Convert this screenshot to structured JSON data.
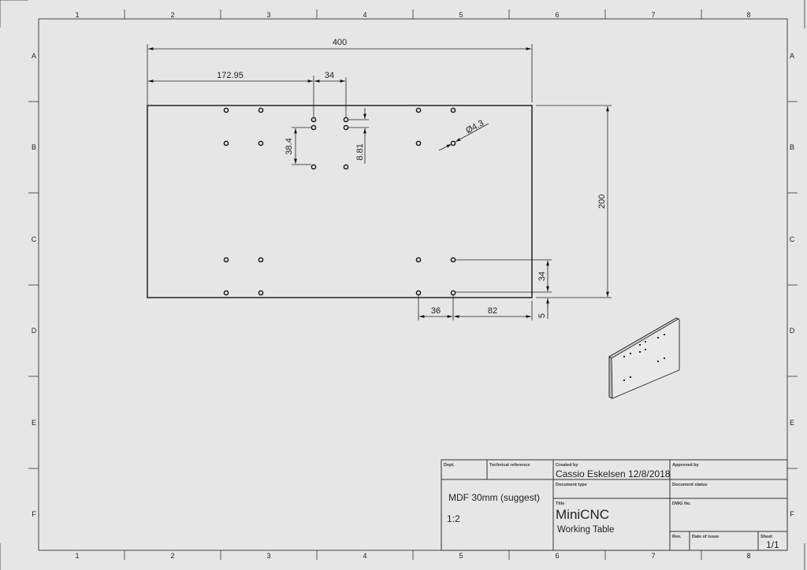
{
  "sheet": {
    "columns": [
      "1",
      "2",
      "3",
      "4",
      "5",
      "6",
      "7",
      "8"
    ],
    "rows": [
      "A",
      "B",
      "C",
      "D",
      "E",
      "F"
    ],
    "background": "#e6e6e6",
    "line_color": "#333333"
  },
  "drawing": {
    "dims": {
      "overall_width": "400",
      "offset_left": "172.95",
      "hole_spacing_x": "34",
      "hole_spacing_y": "38.4",
      "small_offset": "8.81",
      "hole_diameter": "Ø4.3",
      "overall_height": "200",
      "edge_spacing_y": "34",
      "edge_offset": "5",
      "hole_pair_x": "36",
      "edge_distance_x": "82"
    }
  },
  "title_block": {
    "dept_label": "Dept.",
    "tech_ref_label": "Technical reference",
    "created_by_label": "Created by",
    "created_by_value": "Cassio Eskelsen 12/8/2018",
    "approved_by_label": "Approved by",
    "doc_type_label": "Document type",
    "doc_status_label": "Document status",
    "title_label": "Title",
    "title_value": "MiniCNC",
    "subtitle_value": "Working  Table",
    "dwg_no_label": "DWG No.",
    "rev_label": "Rev.",
    "date_issue_label": "Date of issue",
    "sheet_label": "Sheet",
    "sheet_value": "1/1",
    "material": "MDF 30mm (suggest)",
    "scale": "1:2"
  }
}
